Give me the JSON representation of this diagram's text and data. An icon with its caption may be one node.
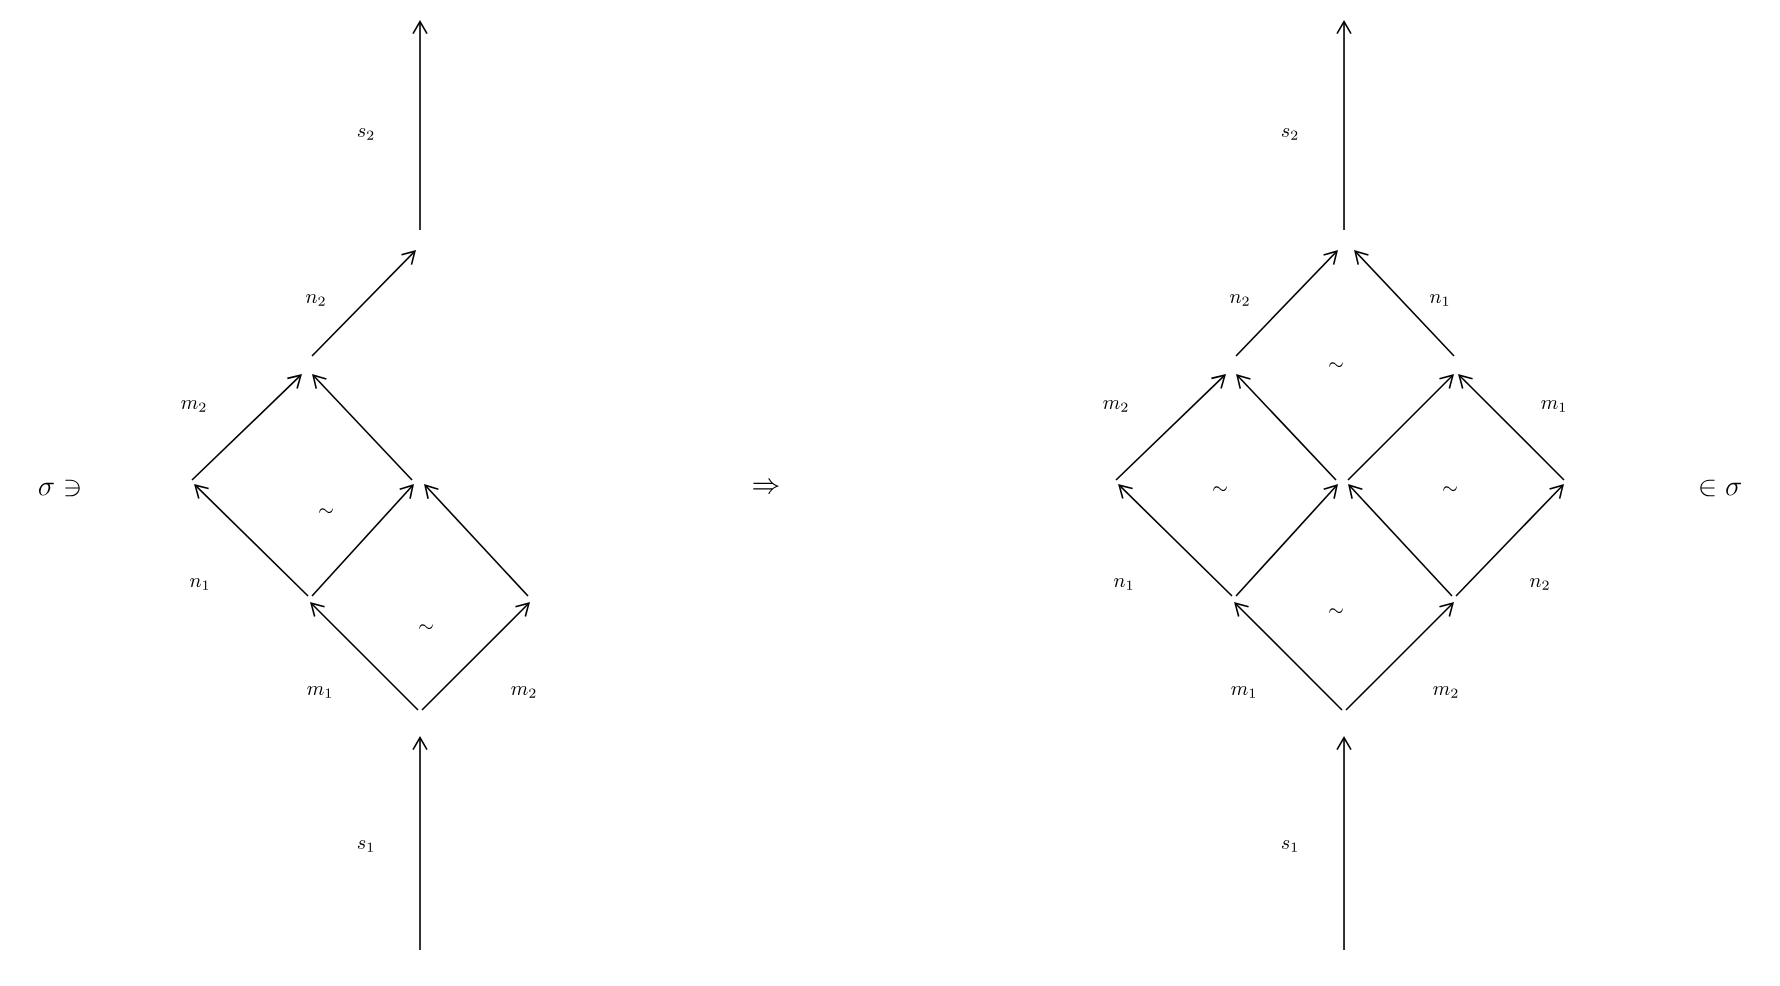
{
  "diagram": {
    "labels": [
      "s_2",
      "n_2",
      "m_2",
      "\\sim",
      "n_1",
      "\\sim",
      "m_1",
      "m_2",
      "s_1",
      "\\sigma \\ni",
      "\\Rightarrow",
      "s_2",
      "n_2",
      "n_1",
      "\\sim",
      "m_2",
      "m_1",
      "\\sim",
      "\\sim",
      "n_1",
      "n_2",
      "\\sim",
      "m_1",
      "m_2",
      "s_1",
      "\\in \\sigma"
    ]
  }
}
